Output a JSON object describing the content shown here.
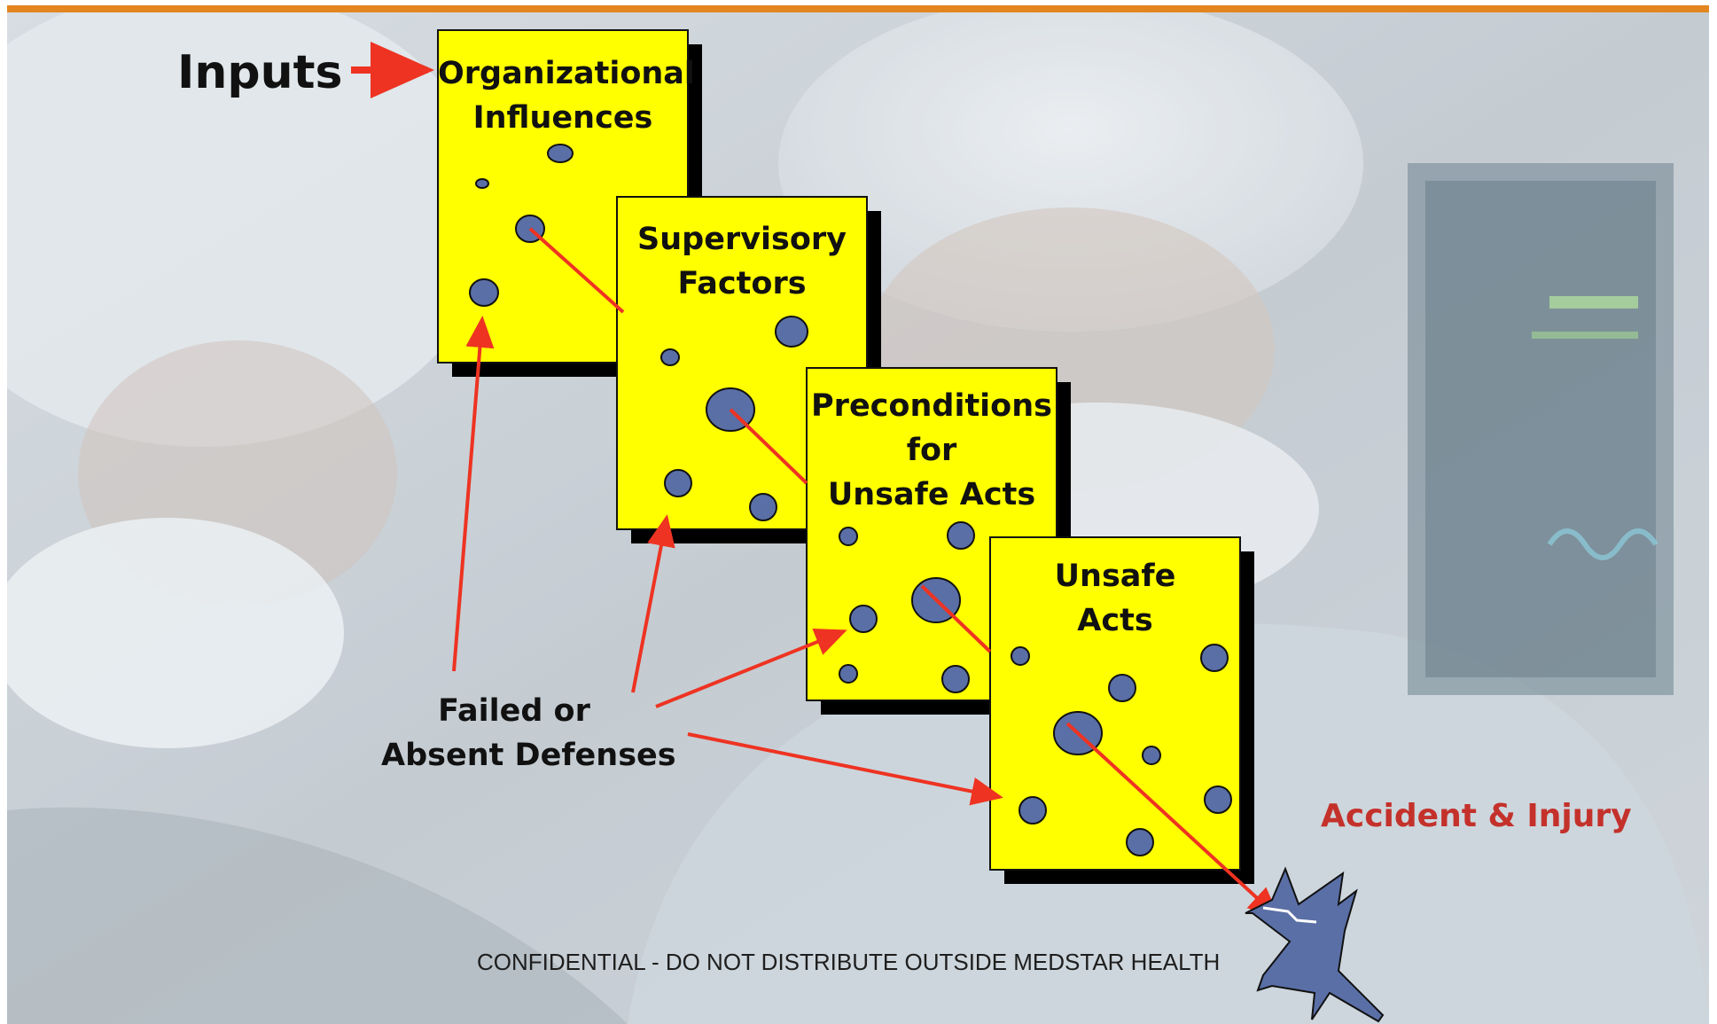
{
  "diagram": {
    "inputs_label": "Inputs",
    "slices": [
      {
        "id": "organizational",
        "title_lines": [
          "Organizational",
          "Influences"
        ]
      },
      {
        "id": "supervisory",
        "title_lines": [
          "Supervisory",
          "Factors"
        ]
      },
      {
        "id": "preconditions",
        "title_lines": [
          "Preconditions",
          "for",
          "Unsafe Acts"
        ]
      },
      {
        "id": "unsafe-acts",
        "title_lines": [
          "Unsafe",
          "Acts"
        ]
      }
    ],
    "defenses_label_lines": [
      "Failed or",
      "Absent Defenses"
    ],
    "outcome_label": "Accident & Injury",
    "outcome_icon": "crashed-airplane-icon"
  },
  "footer": "CONFIDENTIAL - DO NOT DISTRIBUTE OUTSIDE MEDSTAR HEALTH",
  "colors": {
    "accent_bar": "#e3861f",
    "slice_fill": "#ffff00",
    "hole_fill": "#5a6fa6",
    "arrow": "#ee3322",
    "outcome_text": "#c4312b"
  }
}
